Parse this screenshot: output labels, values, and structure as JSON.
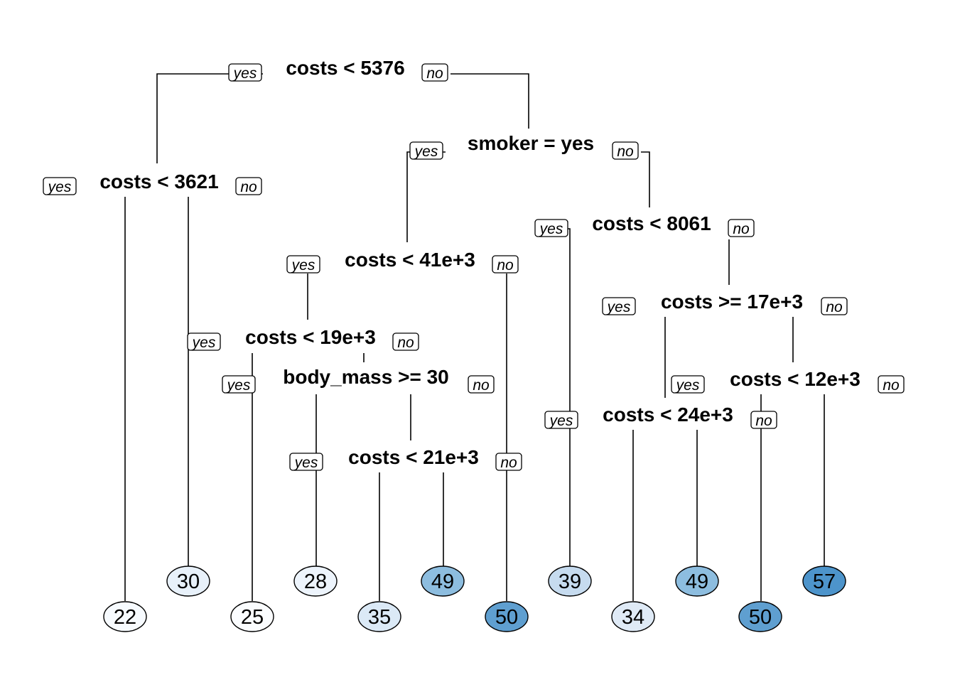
{
  "tree": {
    "splits": [
      {
        "id": "n1",
        "label": "costs < 5376",
        "yes": "yes",
        "no": "no"
      },
      {
        "id": "n2",
        "label": "costs < 3621",
        "yes": "yes",
        "no": "no"
      },
      {
        "id": "n3",
        "label": "smoker = yes",
        "yes": "yes",
        "no": "no"
      },
      {
        "id": "n4",
        "label": "costs < 41e+3",
        "yes": "yes",
        "no": "no"
      },
      {
        "id": "n5",
        "label": "costs < 19e+3",
        "yes": "yes",
        "no": "no"
      },
      {
        "id": "n6",
        "label": "body_mass >= 30",
        "yes": "yes",
        "no": "no"
      },
      {
        "id": "n7",
        "label": "costs < 21e+3",
        "yes": "yes",
        "no": "no"
      },
      {
        "id": "n8",
        "label": "costs < 8061",
        "yes": "yes",
        "no": "no"
      },
      {
        "id": "n9",
        "label": "costs >= 17e+3",
        "yes": "yes",
        "no": "no"
      },
      {
        "id": "n10",
        "label": "costs < 24e+3",
        "yes": "yes",
        "no": "no"
      },
      {
        "id": "n11",
        "label": "costs < 12e+3",
        "yes": "yes",
        "no": "no"
      }
    ],
    "leaves": [
      {
        "id": "L1",
        "value": "22",
        "fill": "#f7fbff"
      },
      {
        "id": "L2",
        "value": "30",
        "fill": "#e8f1fa"
      },
      {
        "id": "L3",
        "value": "25",
        "fill": "#fbfdff"
      },
      {
        "id": "L4",
        "value": "28",
        "fill": "#edf4fc"
      },
      {
        "id": "L5",
        "value": "35",
        "fill": "#dbe9f6"
      },
      {
        "id": "L6",
        "value": "49",
        "fill": "#8dbddf"
      },
      {
        "id": "L7",
        "value": "50",
        "fill": "#5f9fd0"
      },
      {
        "id": "L8",
        "value": "39",
        "fill": "#c6dbef"
      },
      {
        "id": "L9",
        "value": "34",
        "fill": "#dfeaf6"
      },
      {
        "id": "L10",
        "value": "49",
        "fill": "#8dbddf"
      },
      {
        "id": "L11",
        "value": "50",
        "fill": "#5f9fd0"
      },
      {
        "id": "L12",
        "value": "57",
        "fill": "#4d94cb"
      }
    ]
  }
}
